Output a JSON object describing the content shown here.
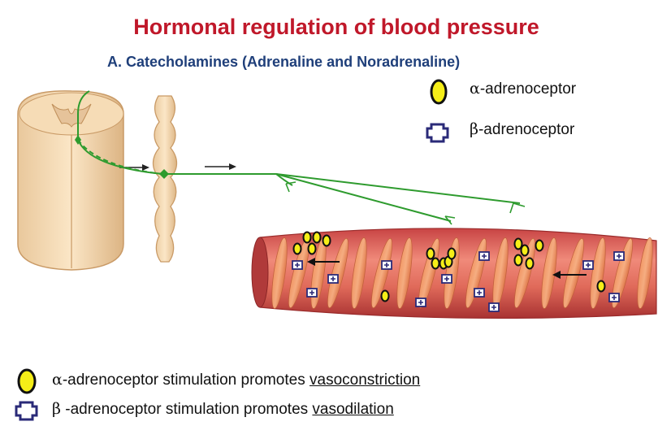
{
  "title": "Hormonal regulation of blood pressure",
  "subtitle": "A. Catecholamines (Adrenaline and Noradrenaline)",
  "legend": {
    "alpha": {
      "symbol": "α",
      "text": "-adrenoceptor"
    },
    "beta": {
      "symbol": "β",
      "text": "-adrenoceptor"
    }
  },
  "statements": {
    "alpha": {
      "symbol": "α",
      "text": "-adrenoceptor stimulation promotes ",
      "effect": "vasoconstriction"
    },
    "beta": {
      "symbol": "β",
      "text": " -adrenoceptor stimulation promotes ",
      "effect": "vasodilation"
    }
  },
  "colors": {
    "title": "#c0182a",
    "subtitle": "#1f3f7a",
    "nerve": "#2e9b2e",
    "alpha_fill": "#f5ee18",
    "beta_outline": "#2a2a78",
    "vessel": "#d24b4b"
  }
}
